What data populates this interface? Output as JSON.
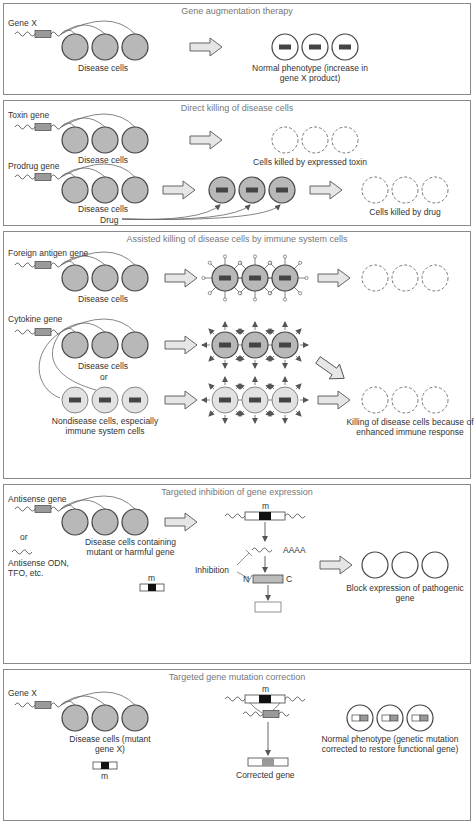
{
  "diagram": {
    "nodes": [
      {
        "text": [
          "Gene augmentation therapy"
        ]
      },
      {
        "text": [
          "Direct killing of disease cells"
        ]
      },
      {
        "text": [
          "Assisted killing of disease cells by immune system cells"
        ]
      },
      {
        "text": [
          "Targeted inhibition of gene expression"
        ]
      },
      {
        "text": [
          "Targeted gene mutation correction"
        ]
      }
    ],
    "labels": [
      "Gene X",
      "Disease cells",
      "Normal phenotype (increase in gene X product)",
      "Toxin gene",
      "Disease cells",
      "Cells killed by expressed toxin",
      "Prodrug gene",
      "Disease cells",
      "Drug",
      "Cells killed by drug",
      "Foreign antigen gene",
      "Disease cells",
      "Cytokine gene",
      "Disease cells",
      "or",
      "Nondisease cells, especially immune system cells",
      "Killing of disease cells because of enhanced immune response",
      "Antisense gene",
      "or",
      "Antisense ODN, TFO, etc.",
      "Disease cells containing mutant or harmful gene",
      "m",
      "m",
      "Inhibition",
      "AAAA",
      "N",
      "C",
      "Block expression of pathogenic gene",
      "Gene X",
      "Disease cells (mutant gene X)",
      "m",
      "m",
      "Corrected gene",
      "Normal phenotype (genetic mutation corrected to restore functional gene)"
    ]
  }
}
